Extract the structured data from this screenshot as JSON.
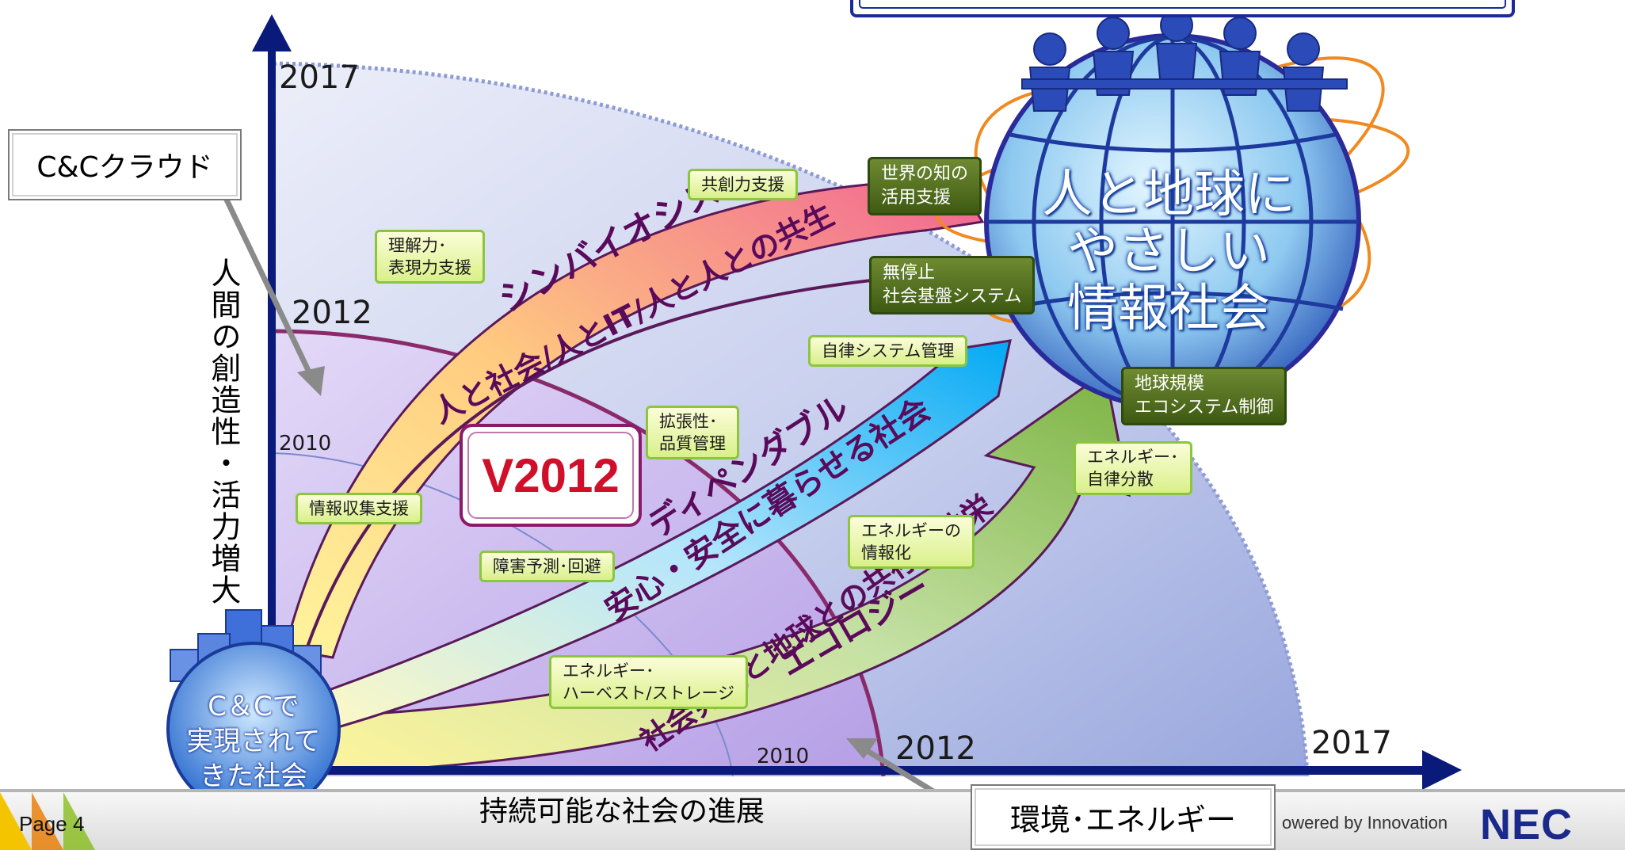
{
  "slide": {
    "page_label": "Page 4",
    "brand": "NEC",
    "tagline": "owered by Innovation"
  },
  "axes": {
    "y_label": "人間の創造性・活力増大",
    "x_label": "持続可能な社会の進展"
  },
  "years": {
    "y_2017": "2017",
    "y_2012": "2012",
    "y_2010": "2010",
    "x_2010": "2010",
    "x_2012": "2012",
    "x_2017": "2017"
  },
  "callouts": {
    "cloud": "C&Cクラウド",
    "v2012": "V2012",
    "env_energy": "環境･エネルギー"
  },
  "hub": {
    "start_society": "C＆Cで\n実現されて\nきた社会",
    "goal_globe": "人と地球に\nやさしい\n情報社会"
  },
  "arrows": {
    "symbiosis_title": "シンバイオシス",
    "symbiosis_sub": "人と社会/人とIT/人と人との共生",
    "dependable_title": "ディペンダブル",
    "dependable_sub": "安心・安全に暮らせる社会",
    "ecology_title": "エコロジー",
    "ecology_sub": "社会発展と地球との共存・共栄"
  },
  "green_boxes": {
    "co_creation": "共創力支援",
    "understanding": "理解力･\n表現力支援",
    "info_collection": "情報収集支援",
    "scalability": "拡張性･\n品質管理",
    "autonomic": "自律システム管理",
    "failure_prediction": "障害予測･回避",
    "energy_info": "エネルギーの\n情報化",
    "energy_harvest": "エネルギー･\nハーベスト/ストレージ",
    "energy_distributed": "エネルギー･\n自律分散"
  },
  "dark_boxes": {
    "world_knowledge": "世界の知の\n活用支援",
    "nonstop": "無停止\n社会基盤システム",
    "global_eco": "地球規模\nエコシステム制御"
  },
  "colors": {
    "axis": "#0a1a7a",
    "symbiosis_pink": "#f48fb1",
    "dependable_cyan": "#29b6f6",
    "ecology_green": "#7cb342",
    "title_purple": "#6a1b6a",
    "v2012_red": "#d0102a",
    "nec_blue": "#1a2a8a"
  }
}
